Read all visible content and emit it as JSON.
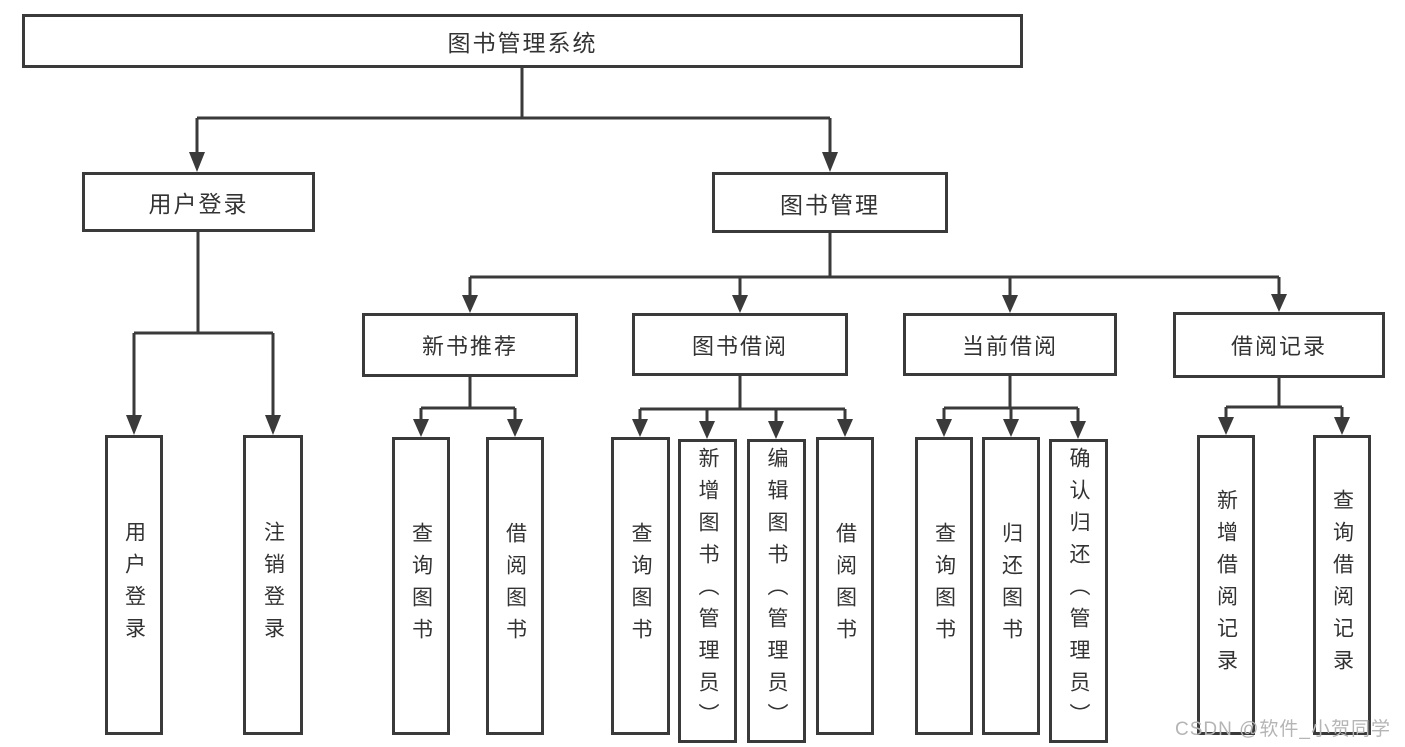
{
  "tree": {
    "root": {
      "label": "图书管理系统"
    },
    "user_login": {
      "label": "用户登录",
      "children": [
        {
          "label": "用户登录"
        },
        {
          "label": "注销登录"
        }
      ]
    },
    "book_mgmt": {
      "label": "图书管理",
      "groups": [
        {
          "label": "新书推荐",
          "children": [
            {
              "label": "查询图书"
            },
            {
              "label": "借阅图书"
            }
          ]
        },
        {
          "label": "图书借阅",
          "children": [
            {
              "label": "查询图书"
            },
            {
              "label": "新增图书（管理员）"
            },
            {
              "label": "编辑图书（管理员）"
            },
            {
              "label": "借阅图书"
            }
          ]
        },
        {
          "label": "当前借阅",
          "children": [
            {
              "label": "查询图书"
            },
            {
              "label": "归还图书"
            },
            {
              "label": "确认归还（管理员）"
            }
          ]
        },
        {
          "label": "借阅记录",
          "children": [
            {
              "label": "新增借阅记录"
            },
            {
              "label": "查询借阅记录"
            }
          ]
        }
      ]
    }
  },
  "watermark": {
    "text": "CSDN @软件_小贺同学"
  },
  "colors": {
    "line": "#3a3a3a",
    "text": "#333333",
    "watermark": "#b5b5b5",
    "background": "#ffffff"
  }
}
